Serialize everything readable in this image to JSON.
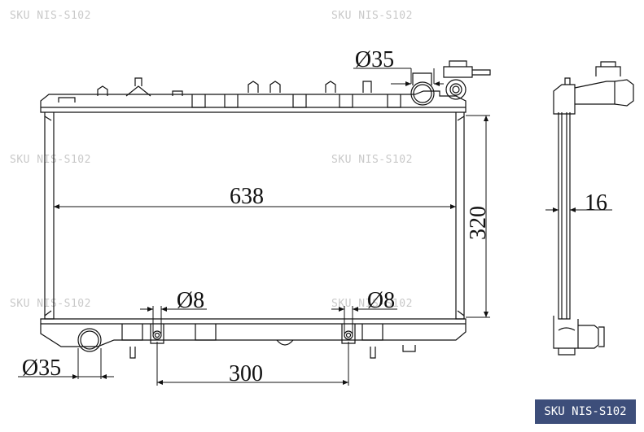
{
  "watermark": "SKU NIS-S102",
  "badge": "SKU NIS-S102",
  "dimensions": {
    "width": "638",
    "height": "320",
    "thickness": "16",
    "upper_pipe": "Ø35",
    "lower_pipe": "Ø35",
    "mount_left": "Ø8",
    "mount_right": "Ø8",
    "mount_spacing": "300"
  }
}
